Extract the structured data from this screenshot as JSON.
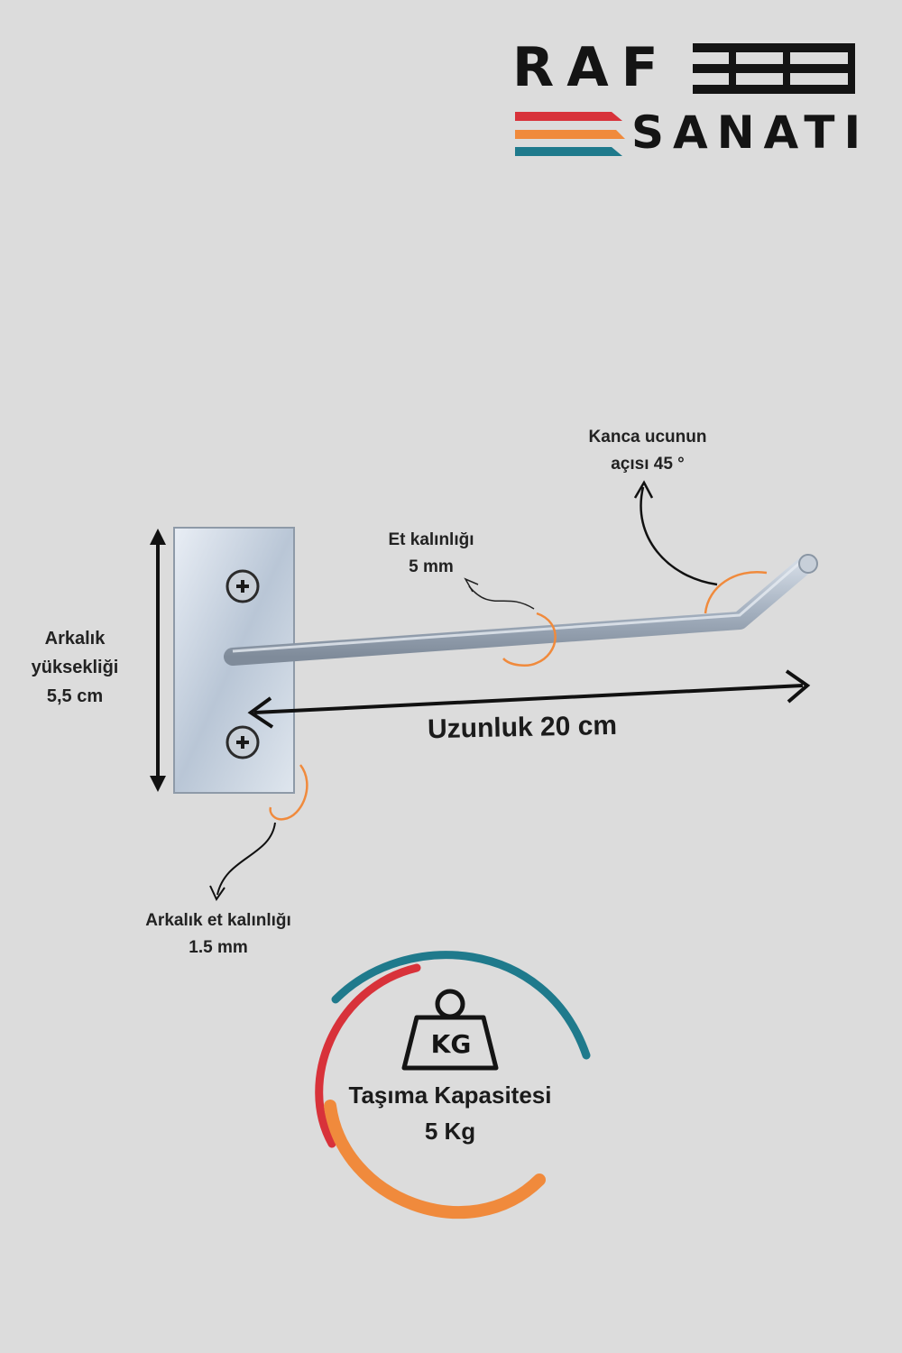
{
  "brand": {
    "line1": "RAF",
    "line2": "SANATI",
    "stripe_colors": [
      "#d8323a",
      "#f08a3c",
      "#1f7a8c"
    ]
  },
  "annotations": {
    "tip_angle": [
      "Kanca ucunun",
      "açısı  45 °"
    ],
    "rod_thickness": [
      "Et kalınlığı",
      "5 mm"
    ],
    "back_height": [
      "Arkalık",
      "yüksekliği",
      "5,5 cm"
    ],
    "length": "Uzunluk 20 cm",
    "plate_thickness": [
      "Arkalık et kalınlığı",
      "1.5 mm"
    ]
  },
  "capacity": {
    "weight_icon_text": "KG",
    "title": "Taşıma Kapasitesi",
    "value": "5 Kg",
    "ring_colors": [
      "#1f7a8c",
      "#d8323a",
      "#f08a3c"
    ]
  },
  "colors": {
    "background": "#dcdcdc",
    "highlight": "#f08a3c",
    "metal": "#a8b4c2"
  },
  "icons": [
    "weight-icon",
    "screw-icon",
    "arrow-icon"
  ]
}
